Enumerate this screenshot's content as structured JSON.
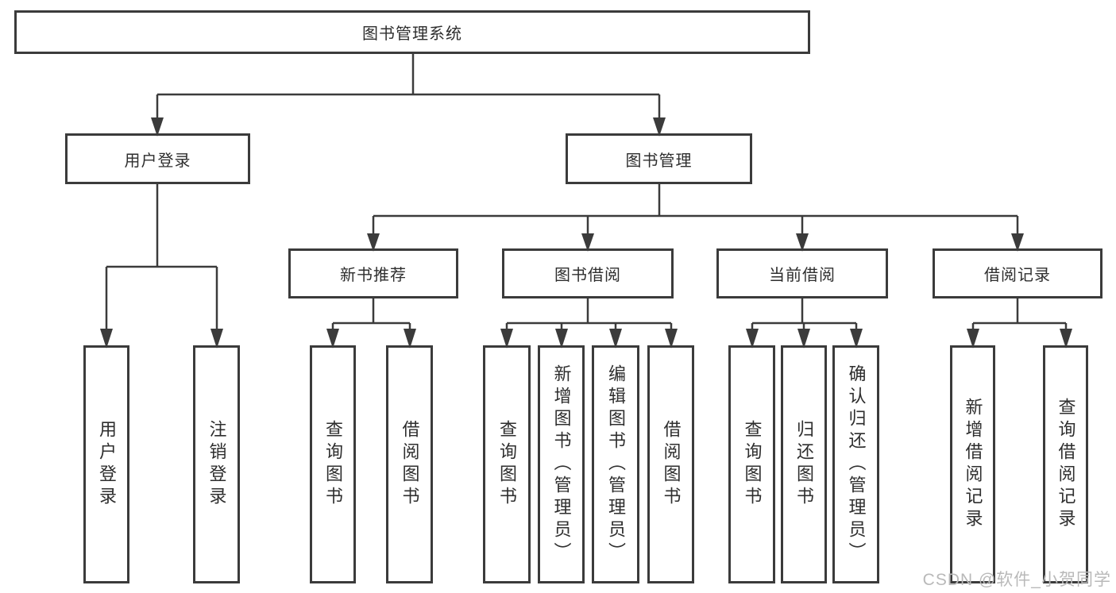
{
  "tree": {
    "root": {
      "label": "图书管理系统"
    },
    "branches": [
      {
        "label": "用户登录",
        "children": [
          {
            "label": "用户登录"
          },
          {
            "label": "注销登录"
          }
        ]
      },
      {
        "label": "图书管理",
        "children": [
          {
            "label": "新书推荐",
            "children": [
              {
                "label": "查询图书"
              },
              {
                "label": "借阅图书"
              }
            ]
          },
          {
            "label": "图书借阅",
            "children": [
              {
                "label": "查询图书"
              },
              {
                "label": "新增图书（管理员）"
              },
              {
                "label": "编辑图书（管理员）"
              },
              {
                "label": "借阅图书"
              }
            ]
          },
          {
            "label": "当前借阅",
            "children": [
              {
                "label": "查询图书"
              },
              {
                "label": "归还图书"
              },
              {
                "label": "确认归还（管理员）"
              }
            ]
          },
          {
            "label": "借阅记录",
            "children": [
              {
                "label": "新增借阅记录"
              },
              {
                "label": "查询借阅记录"
              }
            ]
          }
        ]
      }
    ]
  },
  "watermark": "CSDN @软件_小贺同学",
  "colors": {
    "line": "#3b3b3b",
    "text": "#2e2e2e",
    "background": "#ffffff",
    "watermark": "#b9b9b9"
  }
}
